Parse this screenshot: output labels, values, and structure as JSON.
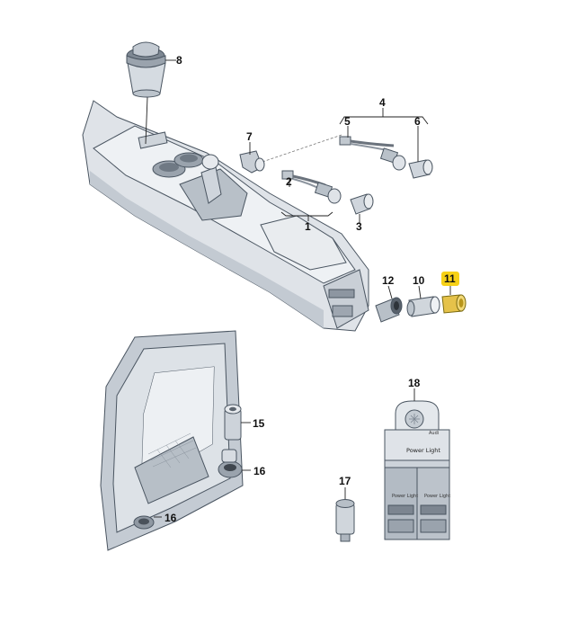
{
  "callouts": {
    "c1": "1",
    "c2": "2",
    "c3": "3",
    "c4": "4",
    "c5": "5",
    "c6": "6",
    "c7": "7",
    "c8": "8",
    "c10": "10",
    "c11": "11",
    "c12": "12",
    "c15": "15",
    "c16a": "16",
    "c16b": "16",
    "c17": "17",
    "c18": "18"
  },
  "highlighted_part": "11",
  "colors": {
    "highlight": "#f7d117",
    "part_fill": "#d9dee3",
    "part_shadow": "#aeb6bf",
    "outline": "#4a5561"
  },
  "display_box": {
    "title": "Power Light",
    "brand": "Audi"
  }
}
